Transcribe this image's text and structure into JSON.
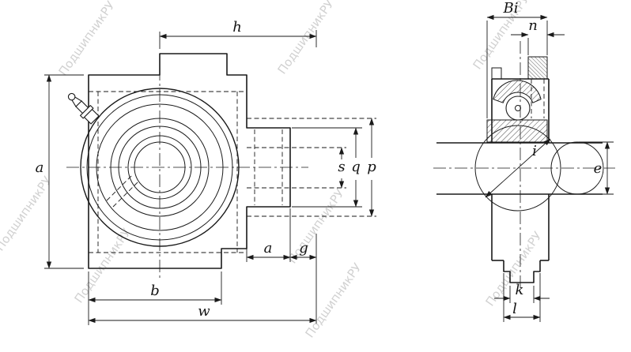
{
  "watermark": {
    "text": "ПодшипникРУ",
    "color": "#c9c9c9"
  },
  "drawing": {
    "line_color": "#1a1a1a",
    "background": "#ffffff"
  },
  "views": {
    "front": {
      "dims": {
        "h": "h",
        "a_height": "a",
        "s": "s",
        "q": "q",
        "p": "p",
        "a_slot": "a",
        "g": "g",
        "b": "b",
        "w": "w"
      }
    },
    "side": {
      "dims": {
        "bi": "Bi",
        "n": "n",
        "i": "i",
        "e": "e",
        "k": "k",
        "l": "l"
      }
    }
  }
}
